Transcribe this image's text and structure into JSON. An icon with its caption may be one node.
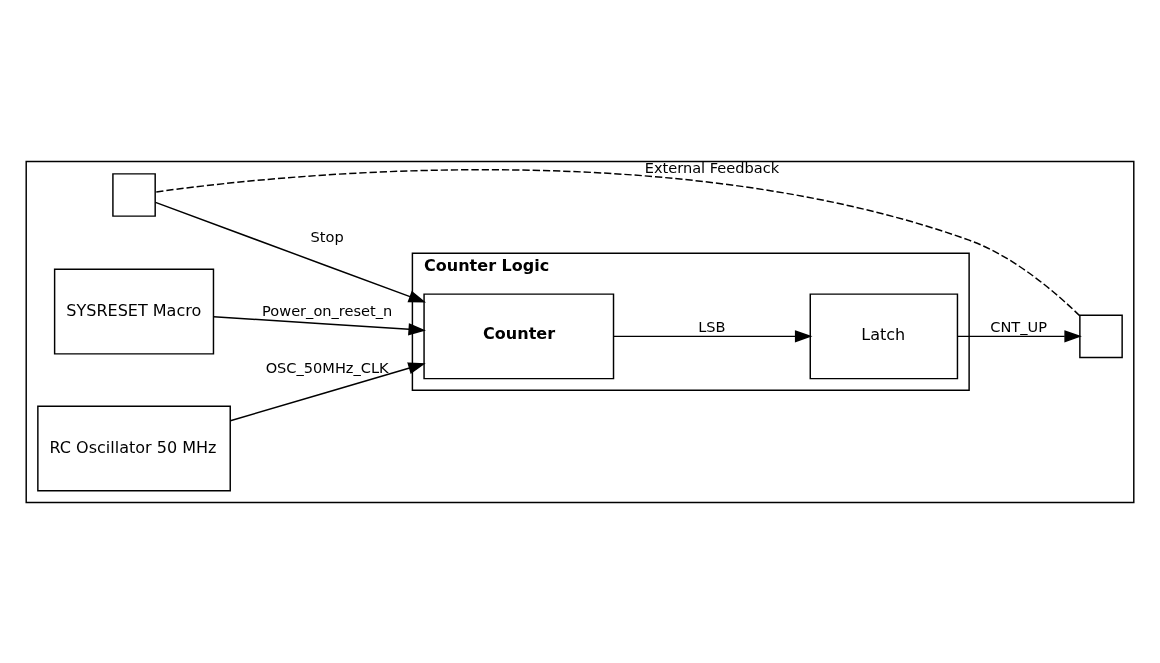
{
  "diagram": {
    "nodes": [
      {
        "text": [],
        "shape": "box"
      },
      {
        "text": [],
        "shape": "box",
        "in": 0
      },
      {
        "text": [
          "Counter Logic"
        ],
        "in": 0
      },
      {
        "text": [
          "SYSRESET Macro"
        ],
        "in": 0
      },
      {
        "text": [
          "Counter"
        ],
        "in": 2
      },
      {
        "text": [
          "Latch"
        ],
        "in": 2
      },
      {
        "text": [],
        "shape": "box",
        "in": 0
      },
      {
        "text": [
          "RC Oscillator 50 MHz"
        ],
        "in": 0
      }
    ],
    "edges": [
      {
        "from": 1,
        "to": 4,
        "arrow": "to",
        "label": "Stop"
      },
      {
        "from": 3,
        "to": 4,
        "arrow": "to",
        "label": "Power_on_reset_n"
      },
      {
        "from": 7,
        "to": 4,
        "arrow": "to",
        "label": "OSC_50MHz_CLK"
      },
      {
        "from": 4,
        "to": 5,
        "arrow": "to",
        "label": "LSB"
      },
      {
        "from": 5,
        "to": 6,
        "arrow": "to",
        "label": "CNT_UP"
      },
      {
        "from": 6,
        "to": 1,
        "arrow": "none",
        "label": "External Feedback",
        "style": "dashed"
      }
    ]
  }
}
